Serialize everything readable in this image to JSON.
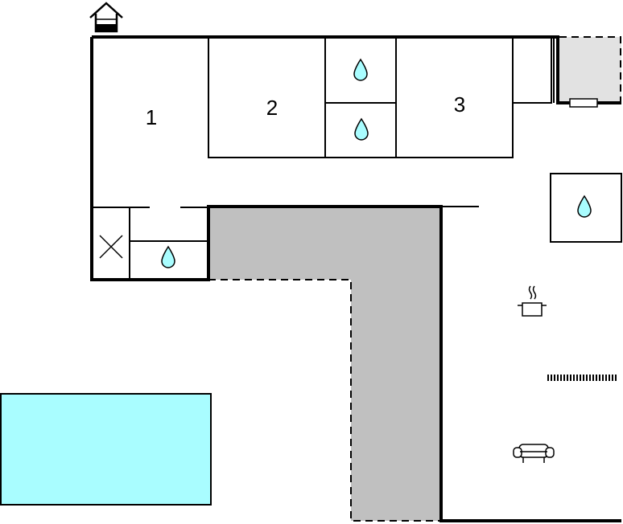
{
  "rooms": [
    {
      "id": "room-1",
      "label": "1"
    },
    {
      "id": "room-2",
      "label": "2"
    },
    {
      "id": "room-3",
      "label": "3"
    }
  ],
  "icons": {
    "entrance": "entrance-house-icon",
    "water_drop": "water-drop-icon",
    "storage_cross": "storage-cross-icon",
    "kitchen_pot": "cooking-pot-icon",
    "sofa": "sofa-icon",
    "fireplace": "fireplace-hatch-icon"
  },
  "colors": {
    "wall": "#000000",
    "terrace": "#c0c0c0",
    "carport": "#e2e2e2",
    "pool": "#a9fdff",
    "water_drop": "#a9fdff",
    "background": "#ffffff"
  }
}
